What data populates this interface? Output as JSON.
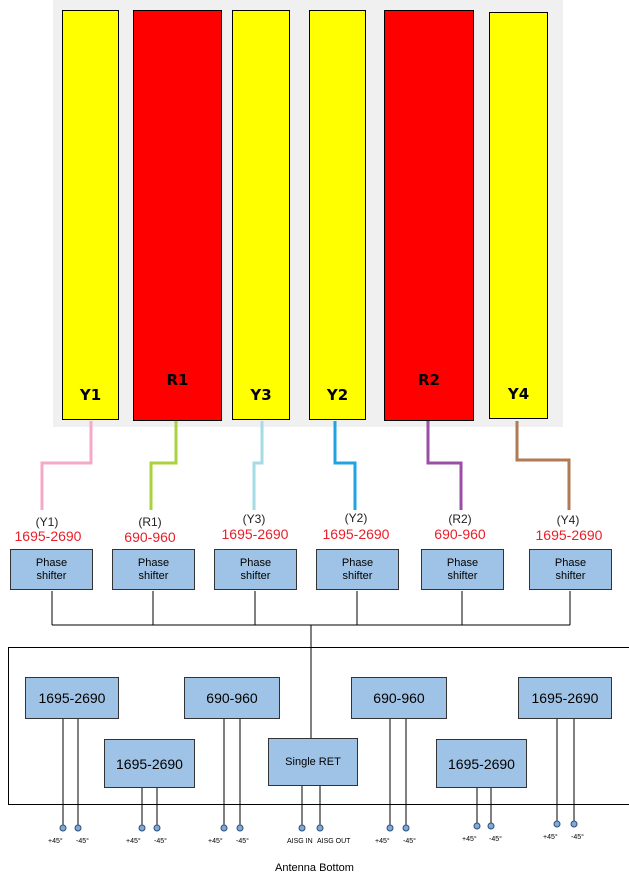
{
  "columns": [
    {
      "label": "Y1",
      "color": "#ffff00"
    },
    {
      "label": "R1",
      "color": "#ff0000"
    },
    {
      "label": "Y3",
      "color": "#ffff00"
    },
    {
      "label": "Y2",
      "color": "#ffff00"
    },
    {
      "label": "R2",
      "color": "#ff0000"
    },
    {
      "label": "Y4",
      "color": "#ffff00"
    }
  ],
  "connector_colors": [
    "#f5a9c8",
    "#a9d23c",
    "#a6dbe6",
    "#1ea4e0",
    "#9b4ea6",
    "#b07a55"
  ],
  "bands": [
    {
      "id": "(Y1)",
      "freq": "1695-2690"
    },
    {
      "id": "(R1)",
      "freq": "690-960"
    },
    {
      "id": "(Y3)",
      "freq": "1695-2690"
    },
    {
      "id": "(Y2)",
      "freq": "1695-2690"
    },
    {
      "id": "(R2)",
      "freq": "690-960"
    },
    {
      "id": "(Y4)",
      "freq": "1695-2690"
    }
  ],
  "phase_shifter_label": "Phase shifter",
  "bottom_boxes": [
    {
      "label": "1695-2690"
    },
    {
      "label": "1695-2690"
    },
    {
      "label": "690-960"
    },
    {
      "label": "Single RET"
    },
    {
      "label": "690-960"
    },
    {
      "label": "1695-2690"
    },
    {
      "label": "1695-2690"
    }
  ],
  "ports": {
    "plus": "+45°",
    "minus": "-45°",
    "aisg_in": "AISG IN",
    "aisg_out": "AISG OUT"
  },
  "footer": "Antenna Bottom"
}
